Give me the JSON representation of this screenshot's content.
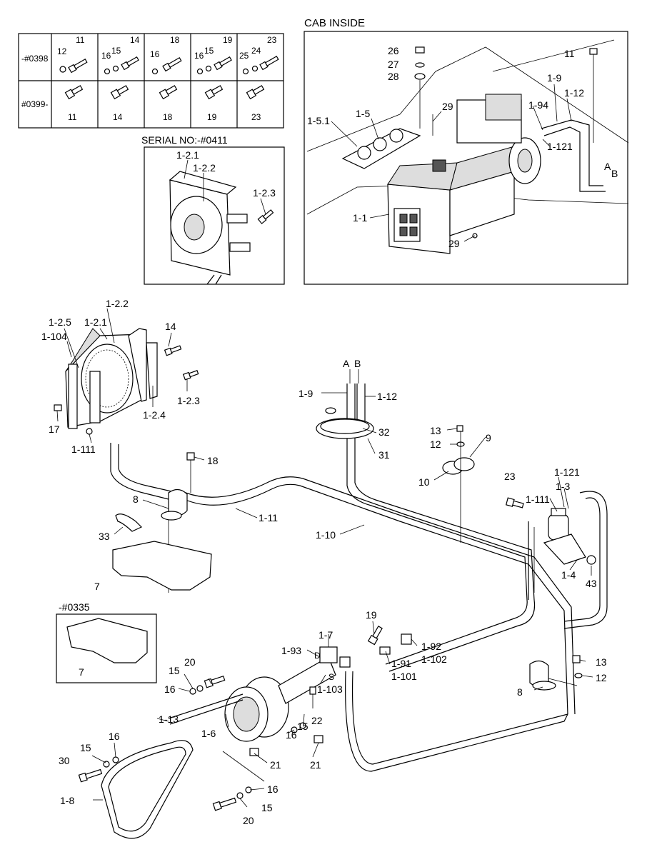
{
  "headings": {
    "cab_inside": "CAB INSIDE",
    "serial_no": "SERIAL NO:-#0411",
    "variant_0335": "-#0335"
  },
  "bolt_table": {
    "row1_label": "-#0398",
    "row2_label": "#0399-",
    "row1_cells": [
      [
        "12",
        "11"
      ],
      [
        "16",
        "15",
        "14"
      ],
      [
        "16",
        "18"
      ],
      [
        "16",
        "15",
        "19"
      ],
      [
        "25",
        "24",
        "23"
      ]
    ],
    "row2_cells": [
      "11",
      "14",
      "18",
      "19",
      "23"
    ]
  },
  "cab_labels": {
    "l26": "26",
    "l27": "27",
    "l28": "28",
    "l11": "11",
    "l1_9": "1-9",
    "l1_12": "1-12",
    "l1_94": "1-94",
    "l1_121": "1-121",
    "l29a": "29",
    "l1_5_1": "1-5.1",
    "l1_5": "1-5",
    "l1_1": "1-1",
    "l29b": "29",
    "lA": "A",
    "lB": "B"
  },
  "serial_labels": {
    "l1_2_1": "1-2.1",
    "l1_2_2": "1-2.2",
    "l1_2_3": "1-2.3"
  },
  "main_labels": {
    "l1_2_2": "1-2.2",
    "l1_2_5": "1-2.5",
    "l1_2_1": "1-2.1",
    "l1_104": "1-104",
    "l14": "14",
    "l1_2_3": "1-2.3",
    "l1_2_4": "1-2.4",
    "l17": "17",
    "l1_111a": "1-111",
    "l18": "18",
    "l8a": "8",
    "l1_11": "1-11",
    "l33": "33",
    "l7a": "7",
    "l7b": "7",
    "lA": "A",
    "lB": "B",
    "l1_9": "1-9",
    "l1_12": "1-12",
    "l32": "32",
    "l31": "31",
    "l1_10": "1-10",
    "l13a": "13",
    "l12a": "12",
    "l9": "9",
    "l10": "10",
    "l23": "23",
    "l1_121": "1-121",
    "l1_3": "1-3",
    "l1_111b": "1-111",
    "l1_4": "1-4",
    "l43": "43",
    "l19": "19",
    "l1_7": "1-7",
    "l1_93": "1-93",
    "l1_92": "1-92",
    "l1_102": "1-102",
    "l1_91": "1-91",
    "l1_101": "1-101",
    "l1_103": "1-103",
    "l20a": "20",
    "l15a": "15",
    "l16a": "16",
    "l1_13": "1-13",
    "l1_6": "1-6",
    "l16b": "16",
    "l15b": "15",
    "l22": "22",
    "l16c": "16",
    "l15c": "15",
    "l30": "30",
    "l21a": "21",
    "l21b": "21",
    "l16d": "16",
    "l15d": "15",
    "l20b": "20",
    "l1_8": "1-8",
    "l13b": "13",
    "l12b": "12",
    "l8b": "8",
    "lD": "D",
    "lS": "S"
  }
}
